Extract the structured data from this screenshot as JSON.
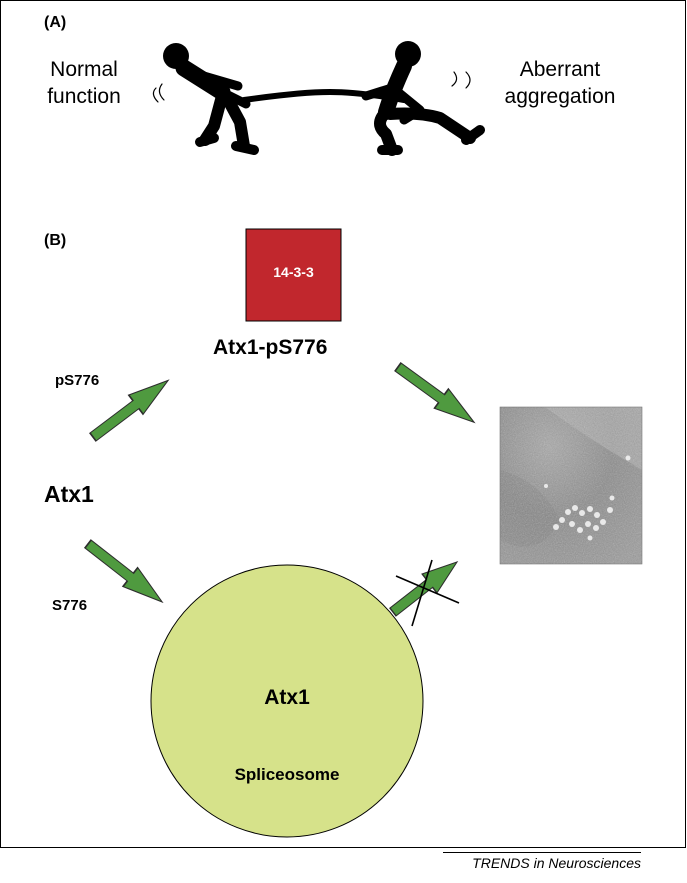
{
  "panel_a": {
    "label": "(A)",
    "left_text_1": "Normal",
    "left_text_2": "function",
    "right_text_1": "Aberrant",
    "right_text_2": "aggregation"
  },
  "panel_b": {
    "label": "(B)",
    "box_label": "14-3-3",
    "phospho_label": "Atx1-pS776",
    "arrow_up_label": "pS776",
    "atx1_label": "Atx1",
    "arrow_down_label": "S776",
    "circle_title": "Atx1",
    "circle_subtitle": "Spliceosome"
  },
  "colors": {
    "box_red": "#c1272d",
    "arrow_green": "#4f9a3f",
    "circle_fill": "#d6e28a"
  },
  "footer": "TRENDS in Neurosciences"
}
